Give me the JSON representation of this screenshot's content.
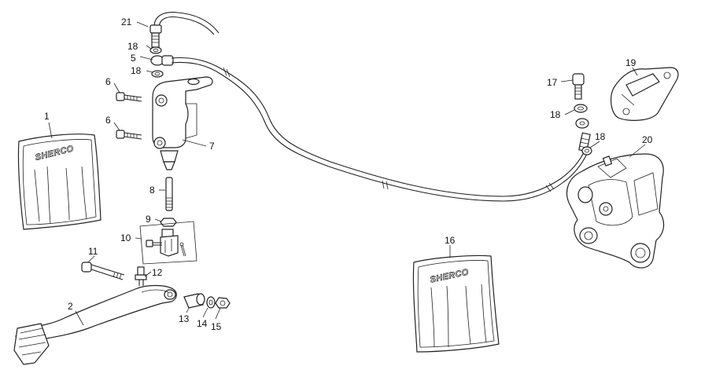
{
  "callouts": [
    {
      "id": "1",
      "text": "1"
    },
    {
      "id": "2",
      "text": "2"
    },
    {
      "id": "5",
      "text": "5"
    },
    {
      "id": "6a",
      "text": "6"
    },
    {
      "id": "6b",
      "text": "6"
    },
    {
      "id": "7",
      "text": "7"
    },
    {
      "id": "8",
      "text": "8"
    },
    {
      "id": "9",
      "text": "9"
    },
    {
      "id": "10",
      "text": "10"
    },
    {
      "id": "11",
      "text": "11"
    },
    {
      "id": "12",
      "text": "12"
    },
    {
      "id": "13",
      "text": "13"
    },
    {
      "id": "14",
      "text": "14"
    },
    {
      "id": "15",
      "text": "15"
    },
    {
      "id": "16",
      "text": "16"
    },
    {
      "id": "17",
      "text": "17"
    },
    {
      "id": "18a",
      "text": "18"
    },
    {
      "id": "18b",
      "text": "18"
    },
    {
      "id": "18c",
      "text": "18"
    },
    {
      "id": "18d",
      "text": "18"
    },
    {
      "id": "19",
      "text": "19"
    },
    {
      "id": "20",
      "text": "20"
    },
    {
      "id": "21",
      "text": "21"
    }
  ],
  "logos": {
    "bag_left": "SHERCO",
    "bag_right": "SHERCO"
  }
}
